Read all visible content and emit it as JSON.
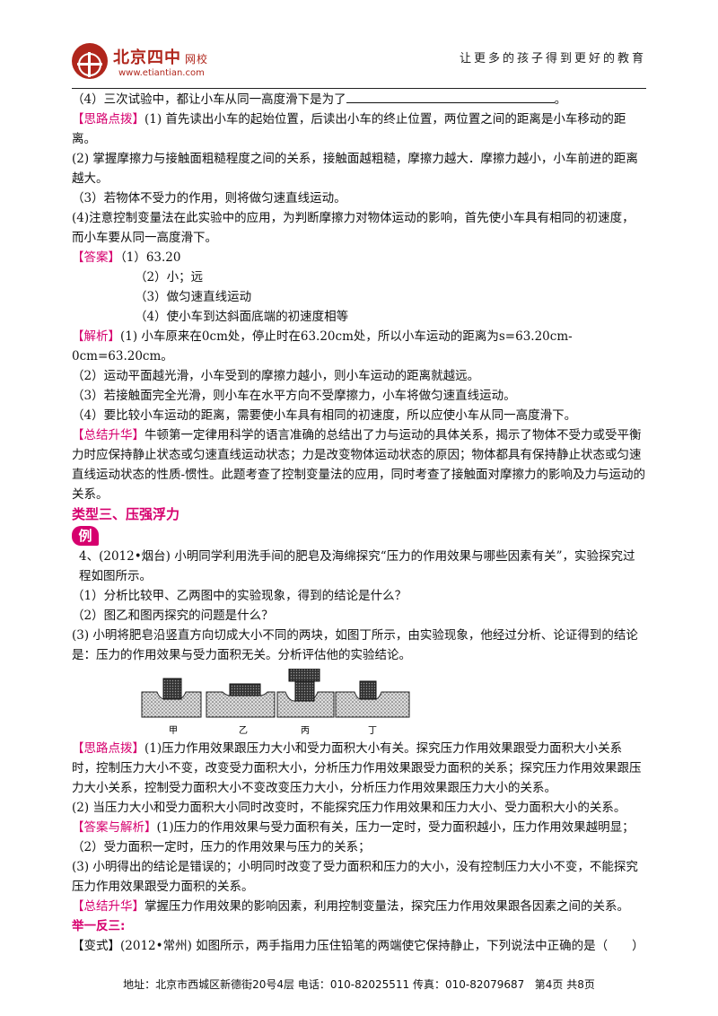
{
  "header": {
    "logo_name": "北京四中",
    "logo_suffix": "网校",
    "logo_url": "www.etiantian.com",
    "slogan": "让更多的孩子得到更好的教育"
  },
  "body": {
    "q4_prefix": "（4）三次试验中，都让小车从同一高度滑下是为了",
    "q4_suffix": "。",
    "silu1_tag": "【思路点拨】",
    "silu1_l1": "(1) 首先读出小车的起始位置，后读出小车的终止位置，两位置之间的距离是小车移动的距离。",
    "silu1_l2": "(2) 掌握摩擦力与接触面粗糙程度之间的关系，接触面越粗糙，摩擦力越大．摩擦力越小，小车前进的距离越大。",
    "silu1_l3": "（3）若物体不受力的作用，则将做匀速直线运动。",
    "silu1_l4": "(4)注意控制变量法在此实验中的应用，为判断摩擦力对物体运动的影响，首先使小车具有相同的初速度，而小车要从同一高度滑下。",
    "answer_tag": "【答案】",
    "answer_l1": "（1）63.20",
    "answer_l2": "（2）小；远",
    "answer_l3": "（3）做匀速直线运动",
    "answer_l4": "（4）使小车到达斜面底端的初速度相等",
    "jiexi_tag": "【解析】",
    "jiexi_l1": "(1) 小车原来在0cm处，停止时在63.20cm处，所以小车运动的距离为s=63.20cm-0cm=63.20cm。",
    "jiexi_l2": "（2）运动平面越光滑，小车受到的摩擦力越小，则小车运动的距离就越远。",
    "jiexi_l3": "（3）若接触面完全光滑，则小车在水平方向不受摩擦力，小车将做匀速直线运动。",
    "jiexi_l4": "（4）要比较小车运动的距离，需要使小车具有相同的初速度，所以应使小车从同一高度滑下。",
    "zongjie1_tag": "【总结升华】",
    "zongjie1_text": "牛顿第一定律用科学的语言准确的总结出了力与运动的具体关系，揭示了物体不受力或受平衡力时应保持静止状态或匀速直线运动状态；力是改变物体运动状态的原因；物体都具有保持静止状态或匀速直线运动状态的性质-惯性。此题考查了控制变量法的应用，同时考查了接触面对摩擦力的影响及力与运动的关系。",
    "section_title": "类型三、压强浮力",
    "lizi": "例",
    "ex4_l1": "4、(2012•烟台) 小明同学利用洗手间的肥皂及海绵探究“压力的作用效果与哪些因素有关”，实验探究过程如图所示。",
    "ex4_q1": "（1）分析比较甲、乙两图中的实验现象，得到的结论是什么？",
    "ex4_q2": "（2）图乙和图丙探究的问题是什么？",
    "ex4_q3": "(3) 小明将肥皂沿竖直方向切成大小不同的两块，如图丁所示，由实验现象，他经过分析、论证得到的结论是：压力的作用效果与受力面积无关。分析评估他的实验结论。",
    "fig_labels": [
      "甲",
      "乙",
      "丙",
      "丁"
    ],
    "silu2_tag": "【思路点拨】",
    "silu2_l1": "(1)压力作用效果跟压力大小和受力面积大小有关。探究压力作用效果跟受力面积大小关系时，控制压力大小不变，改变受力面积大小，分析压力作用效果跟受力面积的关系；探究压力作用效果跟压力大小关系，控制受力面积大小不变改变压力大小，分析压力作用效果跟压力大小的关系。",
    "silu2_l2": "(2) 当压力大小和受力面积大小同时改变时，不能探究压力作用效果和压力大小、受力面积大小的关系。",
    "ans2_tag": "【答案与解析】",
    "ans2_l1": "(1)压力的作用效果与受力面积有关，压力一定时，受力面积越小，压力作用效果越明显；",
    "ans2_l2": "（2）受力面积一定时，压力的作用效果与压力的关系；",
    "ans2_l3": "(3) 小明得出的结论是错误的；小明同时改变了受力面积和压力的大小，没有控制压力大小不变，不能探究压力作用效果跟受力面积的关系。",
    "zongjie2_tag": "【总结升华】",
    "zongjie2_text": "掌握压力作用效果的影响因素，利用控制变量法，探究压力作用效果跟各因素之间的关系。",
    "jyfs": "举一反三:",
    "variant": "【变式】(2012•常州) 如图所示，两手指用力压住铅笔的两端使它保持静止，下列说法中正确的是（　　）"
  },
  "footer": {
    "address": "地址：北京市西城区新德街20号4层  电话：010-82025511  传真：010-82079687",
    "page": "第4页  共8页"
  }
}
